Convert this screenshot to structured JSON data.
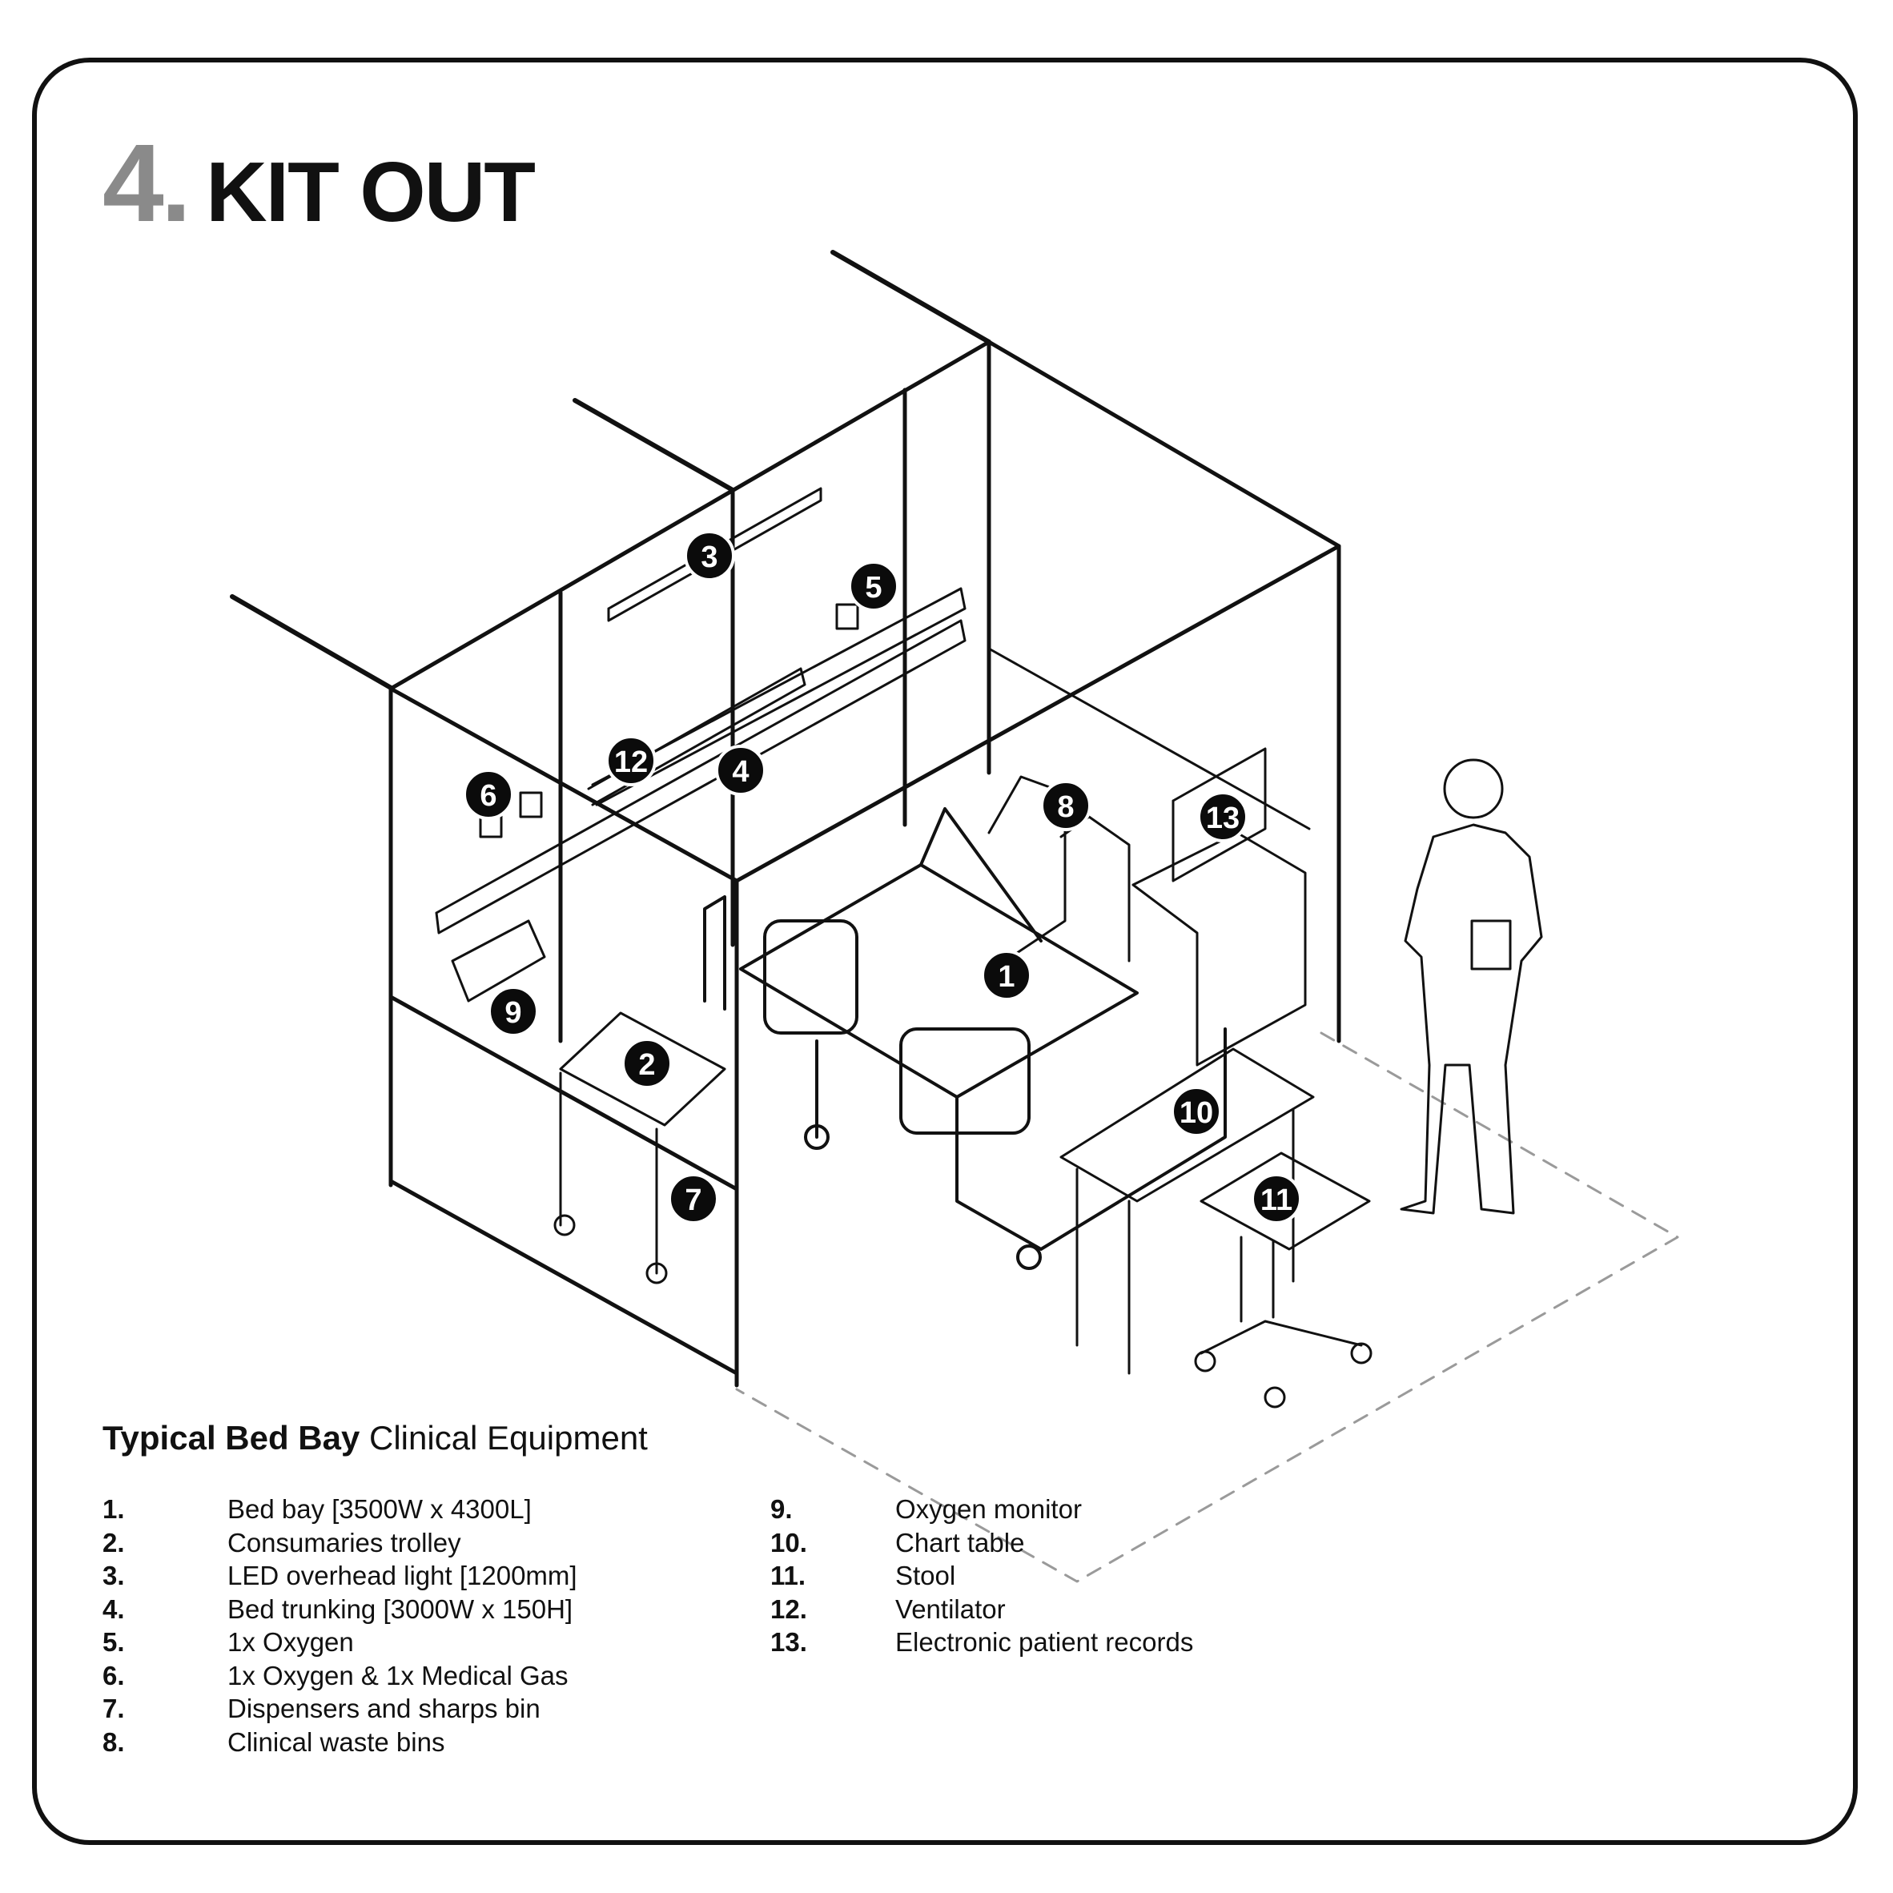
{
  "header": {
    "number": "4.",
    "title": "KIT OUT"
  },
  "callouts": [
    "1",
    "2",
    "3",
    "4",
    "5",
    "6",
    "7",
    "8",
    "9",
    "10",
    "11",
    "12",
    "13"
  ],
  "legend": {
    "title_bold": "Typical Bed Bay",
    "title_rest": "Clinical Equipment",
    "items": [
      {
        "num": "1.",
        "label": "Bed bay [3500W x 4300L]"
      },
      {
        "num": "2.",
        "label": "Consumaries trolley"
      },
      {
        "num": "3.",
        "label": "LED overhead light [1200mm]"
      },
      {
        "num": "4.",
        "label": "Bed trunking [3000W x 150H]"
      },
      {
        "num": "5.",
        "label": "1x Oxygen"
      },
      {
        "num": "6.",
        "label": "1x Oxygen & 1x Medical Gas"
      },
      {
        "num": "7.",
        "label": "Dispensers and sharps bin"
      },
      {
        "num": "8.",
        "label": "Clinical waste bins"
      },
      {
        "num": "9.",
        "label": "Oxygen monitor"
      },
      {
        "num": "10.",
        "label": "Chart table"
      },
      {
        "num": "11.",
        "label": "Stool"
      },
      {
        "num": "12.",
        "label": "Ventilator"
      },
      {
        "num": "13.",
        "label": "Electronic patient records"
      }
    ]
  },
  "colors": {
    "line": "#111111",
    "accent_grey": "#8a8a8a",
    "dashed": "#9a9a9a"
  }
}
